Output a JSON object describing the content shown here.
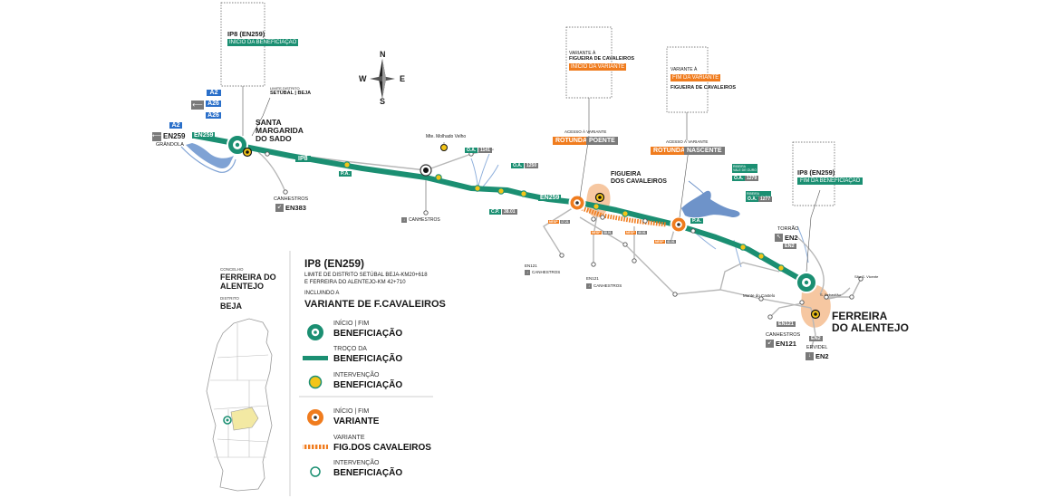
{
  "colors": {
    "green": "#1b8f72",
    "orange": "#f07c1e",
    "yellow": "#f3c519",
    "blue_sign": "#2a6fc9",
    "grey_sign": "#7a7a7a",
    "water": "#6e93c9",
    "road_grey": "#b7b7b7",
    "urban": "#f6c7a1"
  },
  "compass": {
    "n": "N",
    "s": "S",
    "e": "E",
    "w": "W"
  },
  "callouts": {
    "ip8_start": {
      "title": "IP8 (EN259)",
      "tag": "INÍCIO DA BENEFICIAÇÃO"
    },
    "variante_start": {
      "line1": "VARIANTE À",
      "line2": "FIGUEIRA DE CAVALEIROS",
      "tag": "INÍCIO DA VARIANTE"
    },
    "variante_end": {
      "line1": "VARIANTE À",
      "tag": "FIM DA VARIANTE",
      "line2": "FIGUEIRA DE CAVALEIROS"
    },
    "ip8_end": {
      "title": "IP8 (EN259)",
      "tag": "FIM DA BENEFICIAÇÃO"
    }
  },
  "signs": {
    "a2_top": "A2",
    "a26_top": "A26",
    "a26_bottom": "A26",
    "a2_left": "A2",
    "en259_left": "EN259",
    "grandola": "GRÂNDOLA",
    "en259_sign": "EN259",
    "ip8_sign": "IP8",
    "pa1": "P.A.",
    "pa2": "P.A.",
    "en259_mid": "EN259",
    "en383": "EN383",
    "canhestros_1": "CANHESTROS",
    "canhestros_2": "CANHESTROS",
    "canhestros_3": "CANHESTROS",
    "canhestros_4": "CANHESTROS",
    "canhestros_5": "CANHESTROS",
    "en121_a": "EN121",
    "en121_b": "EN121",
    "en121_c": "EN121",
    "en121_d": "EN121",
    "en2_a": "EN2",
    "en2_b": "EN2",
    "en2_c": "EN2",
    "en2_d": "EN2",
    "torrao": "TORRÃO",
    "ervidel": "ERVIDEL",
    "oa1": "O.A.",
    "oa1_num": "1141",
    "oa2": "O.A.",
    "oa2_num": "1250",
    "cp": "C.P.",
    "cp_num": "38.01",
    "oa3": "O.A.",
    "oa3_num": "1279",
    "oa4": "O.A.",
    "oa4_num": "1277",
    "ribeira1": "RIBEIRA\nVALE DE OURO",
    "ribeira2": "RIBEIRA\nVALE DE OURO",
    "km1": "NESP",
    "km1_num": "17.21",
    "km2": "NESP",
    "km2_num": "38.01",
    "km3": "NESP",
    "km3_num": "40.91",
    "km4": "NESP",
    "km4_num": "41.01"
  },
  "rotundas": {
    "poente_a": "ROTUNDA",
    "poente_b": "POENTE",
    "poente_access": "ACESSO À VARIANTE",
    "nascente_a": "ROTUNDA",
    "nascente_b": "NASCENTE",
    "nascente_access": "ACESSO À VARIANTE"
  },
  "places": {
    "santa_margarida": "SANTA\nMARGARIDA\nDO SADO",
    "setubal_beja_small": "LIMITE DISTRITO",
    "setubal_beja": "SETÚBAL | BEJA",
    "monte_molhado": "Mte. Molhado Velho",
    "figueira": "FIGUEIRA\nDOS CAVALEIROS",
    "ferreira": "FERREIRA\nDO ALENTEJO",
    "monte_do_castelo": "Monte do Castelo",
    "sao_vicente": "São S. Vicente",
    "santana": "S. Sebastião"
  },
  "info": {
    "concelho_label": "CONCELHO",
    "concelho": "FERREIRA DO\nALENTEJO",
    "distrito_label": "DISTRITO",
    "distrito": "BEJA",
    "title": "IP8 (EN259)",
    "desc1": "LIMITE DE DISTRITO SETÚBAL BEJA-KM20+618",
    "desc2": "E FERREIRA DO ALENTEJO-KM 42+710",
    "incl": "INCLUINDO A",
    "variante": "VARIANTE DE F.CAVALEIROS"
  },
  "legend": [
    {
      "small": "INÍCIO | FIM",
      "big": "BENEFICIAÇÃO"
    },
    {
      "small": "TROÇO DA",
      "big": "BENEFICIAÇÃO"
    },
    {
      "small": "INTERVENÇÃO",
      "big": "BENEFICIAÇÃO"
    },
    {
      "small": "INÍCIO | FIM",
      "big": "VARIANTE"
    },
    {
      "small": "VARIANTE",
      "big": "FIG.DOS CAVALEIROS"
    },
    {
      "small": "INTERVENÇÃO",
      "big": "BENEFICIAÇÃO"
    }
  ]
}
